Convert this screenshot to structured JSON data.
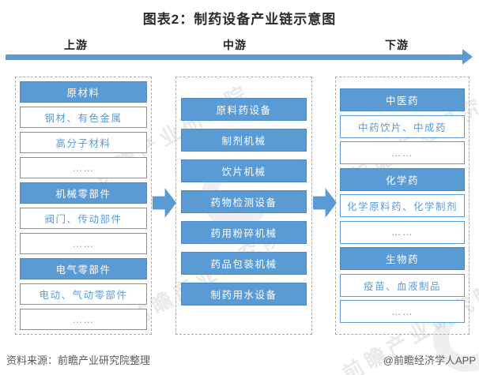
{
  "title": "图表2：制药设备产业链示意图",
  "stage_labels": {
    "upstream": "上游",
    "midstream": "中游",
    "downstream": "下游"
  },
  "columns": {
    "upstream": {
      "boxes": [
        {
          "type": "header",
          "label": "原材料"
        },
        {
          "type": "item",
          "label": "钢材、有色金属"
        },
        {
          "type": "item",
          "label": "高分子材料"
        },
        {
          "type": "item",
          "label": "……"
        },
        {
          "type": "header",
          "label": "机械零部件"
        },
        {
          "type": "item",
          "label": "阀门、传动部件"
        },
        {
          "type": "item",
          "label": "……"
        },
        {
          "type": "header",
          "label": "电气零部件"
        },
        {
          "type": "item",
          "label": "电动、气动零部件"
        },
        {
          "type": "item",
          "label": "……"
        }
      ]
    },
    "midstream": {
      "boxes": [
        {
          "type": "header",
          "label": "原料药设备"
        },
        {
          "type": "header",
          "label": "制剂机械"
        },
        {
          "type": "header",
          "label": "饮片机械"
        },
        {
          "type": "header",
          "label": "药物检测设备"
        },
        {
          "type": "header",
          "label": "药用粉碎机械"
        },
        {
          "type": "header",
          "label": "药品包装机械"
        },
        {
          "type": "header",
          "label": "制药用水设备"
        }
      ]
    },
    "downstream": {
      "boxes": [
        {
          "type": "header",
          "label": "中医药"
        },
        {
          "type": "item",
          "label": "中药饮片、中成药"
        },
        {
          "type": "item",
          "label": "……"
        },
        {
          "type": "header",
          "label": "化学药"
        },
        {
          "type": "item",
          "label": "化学原料药、化学制剂"
        },
        {
          "type": "item",
          "label": "……"
        },
        {
          "type": "header",
          "label": "生物药"
        },
        {
          "type": "item",
          "label": "疫苗、血液制品"
        },
        {
          "type": "item",
          "label": "……"
        }
      ]
    }
  },
  "footer": {
    "source": "资料来源：前瞻产业研究院整理",
    "credit": "@前瞻经济学人APP"
  },
  "watermark_text": "前瞻产业研究院",
  "colors": {
    "accent_blue": "#5B9BD5",
    "item_text_blue": "#5B9BD5",
    "title_dark": "#2b2b2b",
    "footer_gray": "#595959"
  }
}
